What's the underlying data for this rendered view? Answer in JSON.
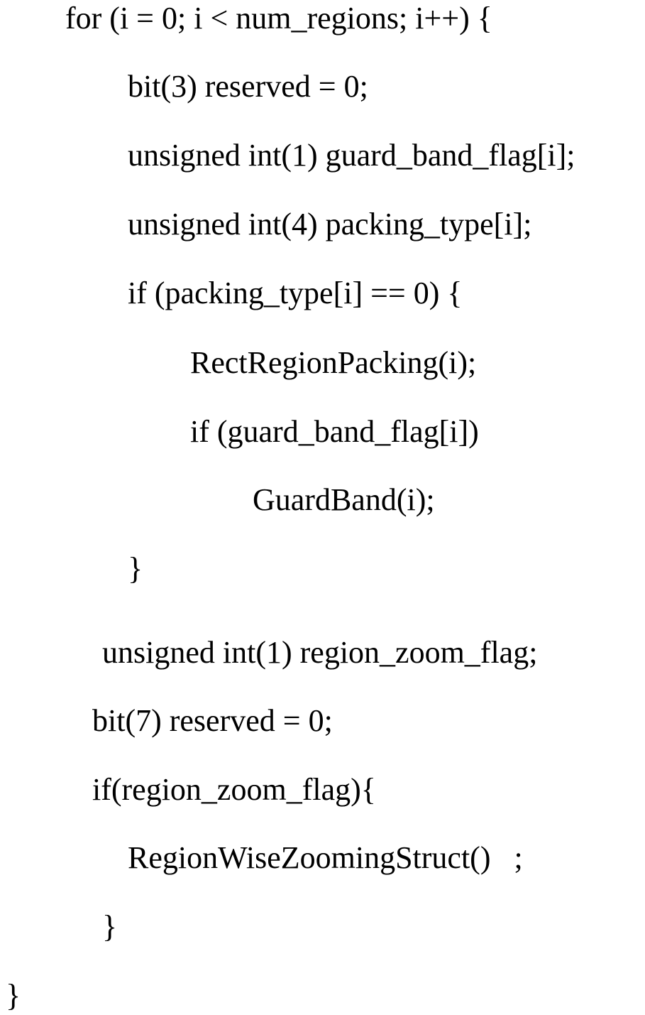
{
  "code": {
    "lines": [
      "for (i = 0; i < num_regions; i++) {",
      "bit(3) reserved = 0;",
      "unsigned int(1) guard_band_flag[i];",
      "unsigned int(4) packing_type[i];",
      "if (packing_type[i] == 0) {",
      "RectRegionPacking(i);",
      "if (guard_band_flag[i])",
      "GuardBand(i);",
      "}",
      "unsigned int(1) region_zoom_flag;",
      "bit(7) reserved = 0;",
      "if(region_zoom_flag){",
      "RegionWiseZoomingStruct()   ;",
      "}",
      "}"
    ]
  }
}
